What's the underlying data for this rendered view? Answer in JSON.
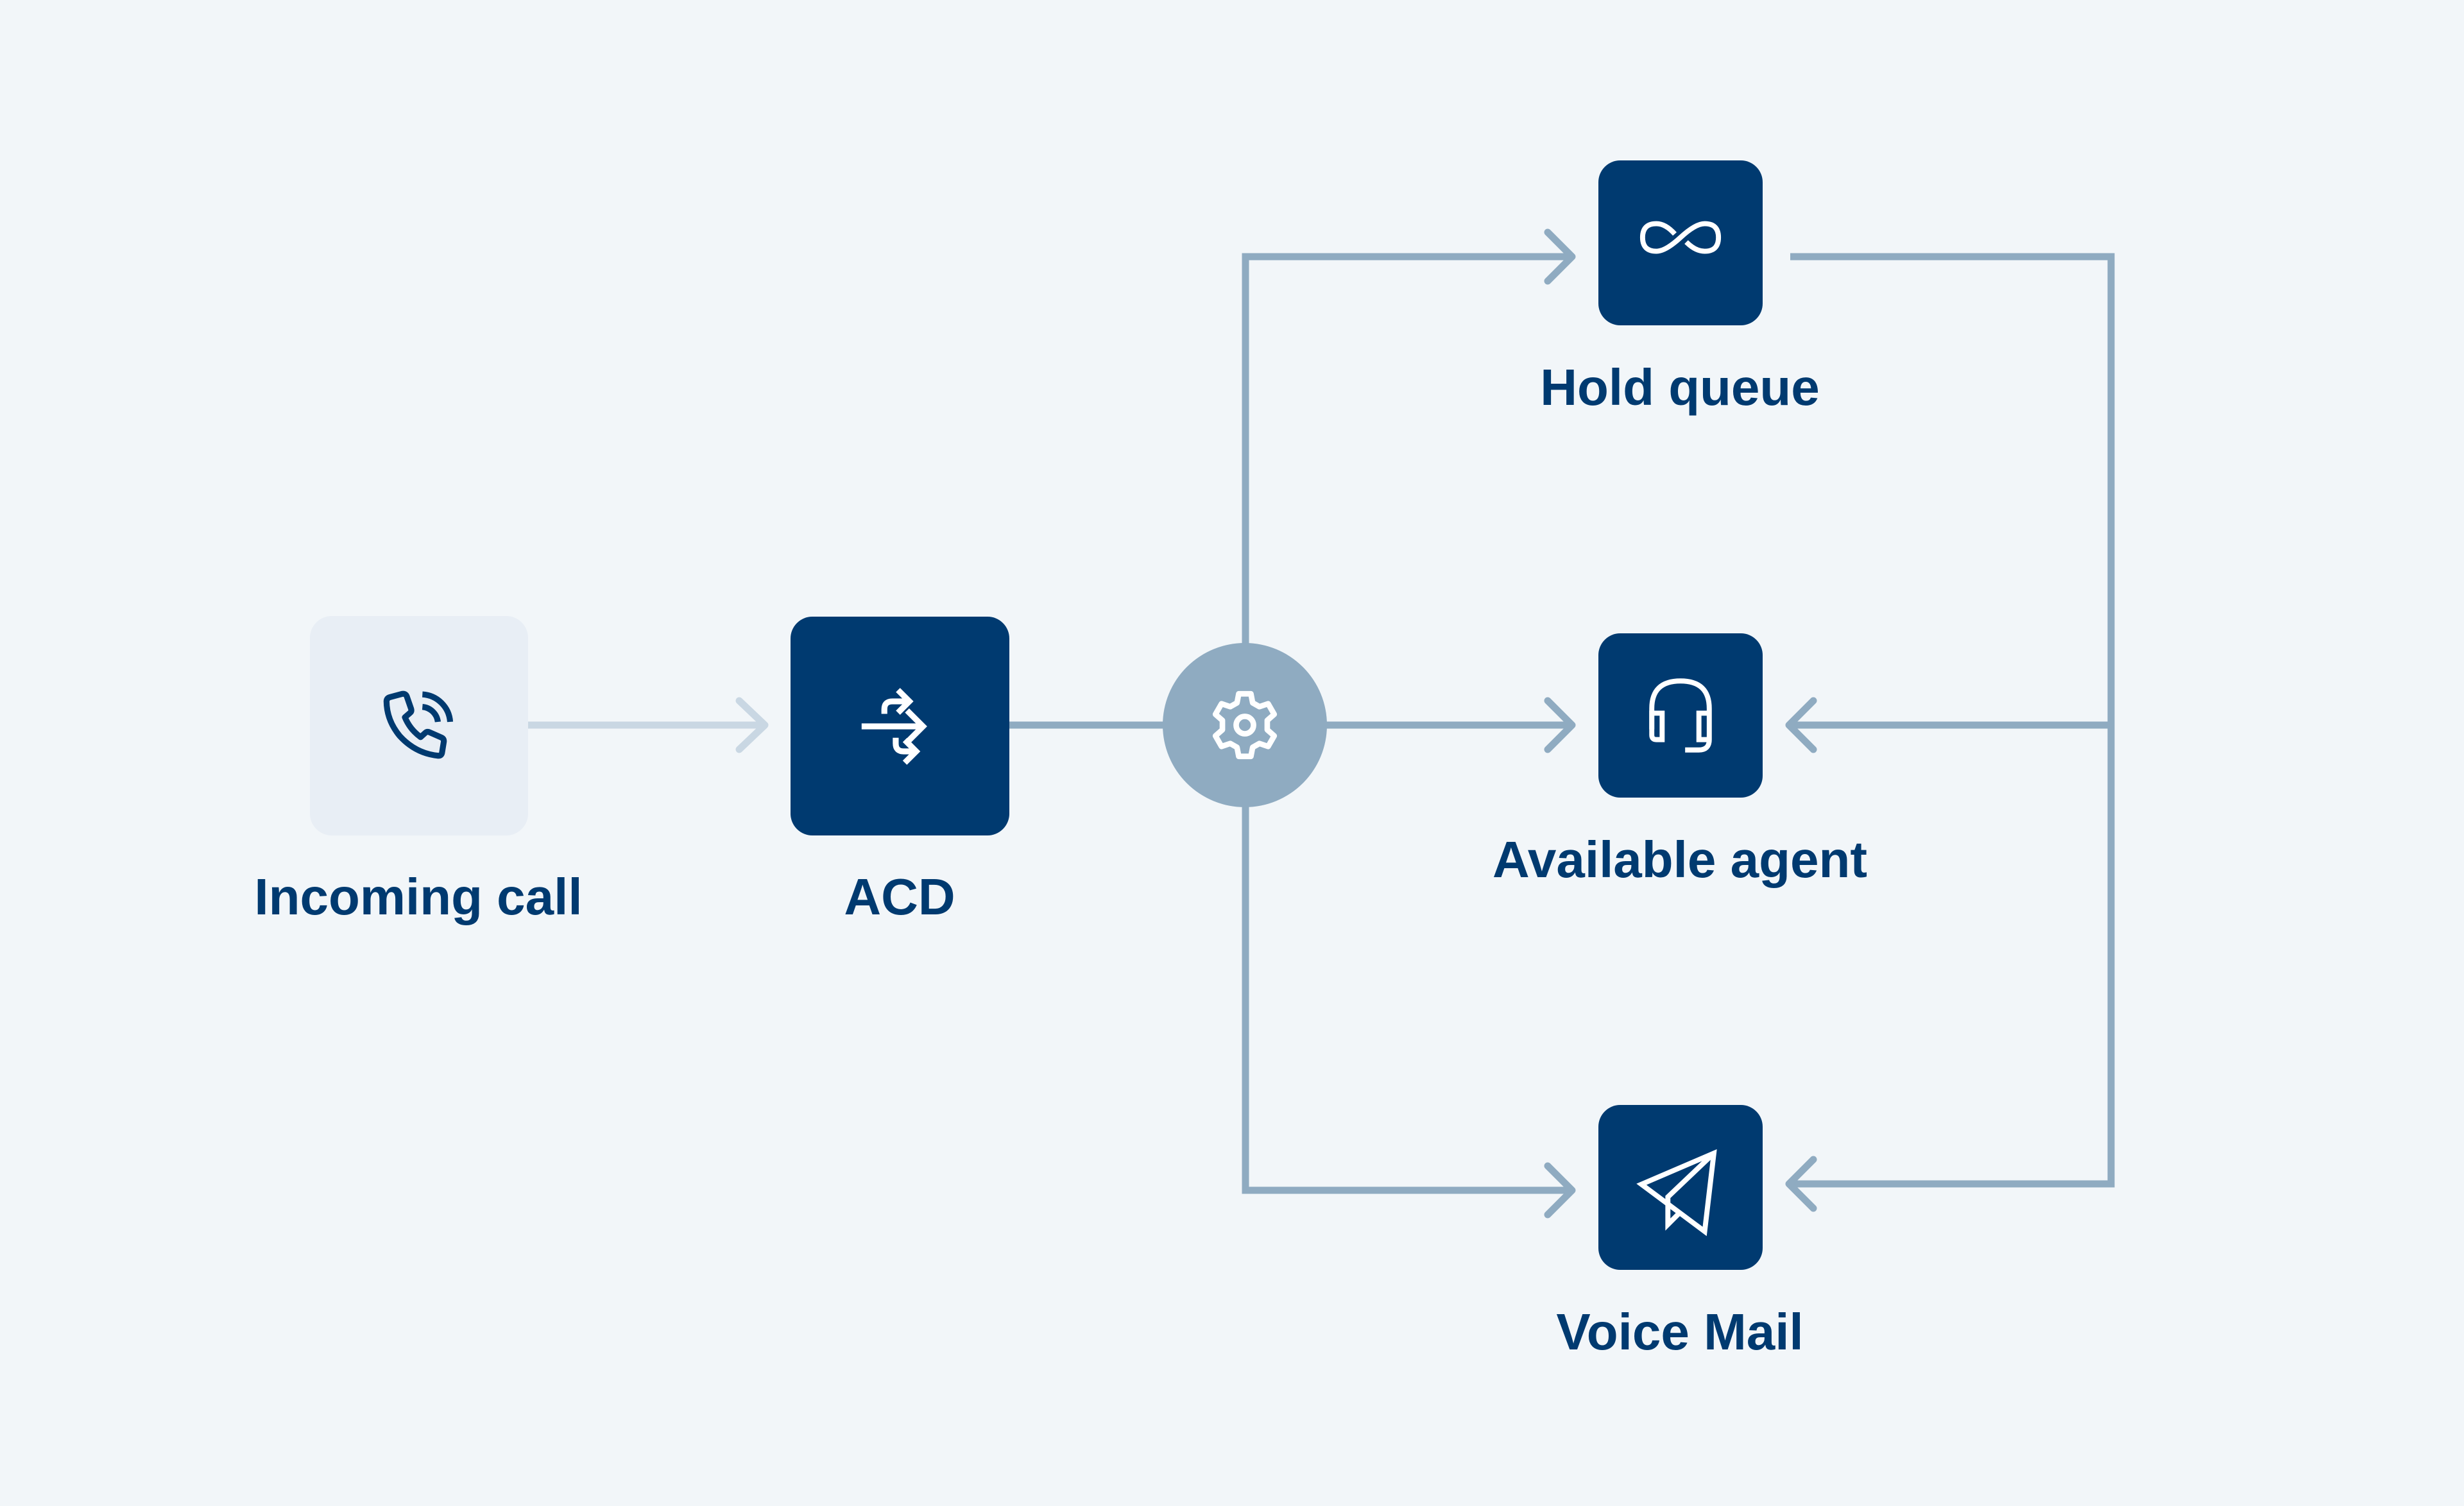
{
  "diagram": {
    "title": "",
    "colors": {
      "background": "#F2F6F9",
      "node_dark": "#003A70",
      "node_light": "#E8EEF5",
      "connector": "#8FABC1",
      "connector_light": "#C9D7E3",
      "label": "#003A70",
      "icon_on_dark": "#FFFFFF"
    },
    "nodes": [
      {
        "id": "incoming",
        "label": "Incoming call",
        "icon": "phone-ringing-icon",
        "style": "light"
      },
      {
        "id": "acd",
        "label": "ACD",
        "icon": "route-arrows-icon",
        "style": "dark"
      },
      {
        "id": "router",
        "label": "",
        "icon": "gear-icon",
        "style": "hub"
      },
      {
        "id": "hold",
        "label": "Hold queue",
        "icon": "infinity-icon",
        "style": "dark"
      },
      {
        "id": "agent",
        "label": "Available agent",
        "icon": "headset-icon",
        "style": "dark"
      },
      {
        "id": "voicemail",
        "label": "Voice Mail",
        "icon": "paper-plane-icon",
        "style": "dark"
      }
    ],
    "edges": [
      {
        "from": "incoming",
        "to": "acd",
        "arrow": true,
        "style": "light"
      },
      {
        "from": "acd",
        "to": "router",
        "arrow": false
      },
      {
        "from": "router",
        "to": "hold",
        "arrow": true
      },
      {
        "from": "router",
        "to": "agent",
        "arrow": true
      },
      {
        "from": "router",
        "to": "voicemail",
        "arrow": true
      },
      {
        "from": "hold",
        "to": "agent",
        "arrow": true
      },
      {
        "from": "hold",
        "to": "voicemail",
        "arrow": true
      }
    ]
  }
}
